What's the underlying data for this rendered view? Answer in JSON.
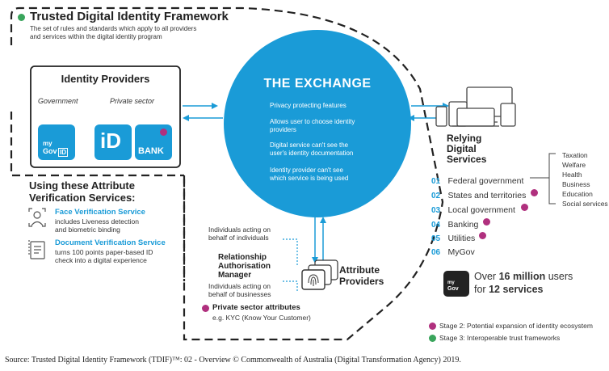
{
  "framework": {
    "title": "Trusted Digital Identity Framework",
    "description_line1": "The set of rules and standards which apply to all providers",
    "description_line2": "and services within the digital identity program"
  },
  "identity_providers": {
    "title": "Identity Providers",
    "government_label": "Government",
    "private_label": "Private sector",
    "mygov_line1": "my",
    "mygov_line2": "Gov",
    "mygov_id": "ID",
    "id_label": "iD",
    "bank_label": "BANK"
  },
  "exchange": {
    "title": "THE EXCHANGE",
    "feature1": "Privacy protecting features",
    "feature2_line1": "Allows user to choose identity",
    "feature2_line2": "providers",
    "feature3_line1": "Digital service can't see the",
    "feature3_line2": "user's identity documentation",
    "feature4_line1": "Identity provider can't see",
    "feature4_line2": "which service is being used"
  },
  "attribute_verification": {
    "title_line1": "Using these Attribute",
    "title_line2": "Verification Services:",
    "face": {
      "title": "Face Verification Service",
      "line1": "includes Liveness detection",
      "line2": "and biometric binding"
    },
    "document": {
      "title": "Document Verification Service",
      "line1": "turns 100 points paper-based ID",
      "line2": "check into a digital experience"
    }
  },
  "relationship": {
    "top_line1": "Individuals acting on",
    "top_line2": "behalf of individuals",
    "title_line1": "Relationship",
    "title_line2": "Authorisation",
    "title_line3": "Manager",
    "bottom_line1": "Individuals acting on",
    "bottom_line2": "behalf of businesses",
    "private_attr": "Private sector attributes",
    "private_attr_example": "e.g. KYC (Know Your Customer)"
  },
  "attribute_providers": {
    "line1": "Attribute",
    "line2": "Providers"
  },
  "relying": {
    "title_line1": "Relying",
    "title_line2": "Digital",
    "title_line3": "Services",
    "items": [
      {
        "num": "01",
        "label": "Federal government"
      },
      {
        "num": "02",
        "label": "States and territories"
      },
      {
        "num": "03",
        "label": "Local government"
      },
      {
        "num": "04",
        "label": "Banking"
      },
      {
        "num": "05",
        "label": "Utilities"
      },
      {
        "num": "06",
        "label": "MyGov"
      }
    ],
    "federal_services": [
      "Taxation",
      "Welfare",
      "Health",
      "Business",
      "Education",
      "Social services"
    ]
  },
  "mygov_stats": {
    "badge_line1": "my",
    "badge_line2": "Gov",
    "line1_pre": "Over ",
    "line1_bold": "16 million",
    "line1_post": " users",
    "line2_pre": "for ",
    "line2_bold": "12 services"
  },
  "legend": {
    "stage2": "Stage 2: Potential expansion of identity ecosystem",
    "stage3": "Stage 3: Interoperable trust frameworks"
  },
  "source": "Source: Trusted Digital Identity Framework (TDIF)™: 02 - Overview © Commonwealth of Australia (Digital Transformation Agency) 2019.",
  "colors": {
    "exchange_blue": "#1a9bd7",
    "stage2_magenta": "#b0307e",
    "stage3_green": "#3aa55c"
  }
}
